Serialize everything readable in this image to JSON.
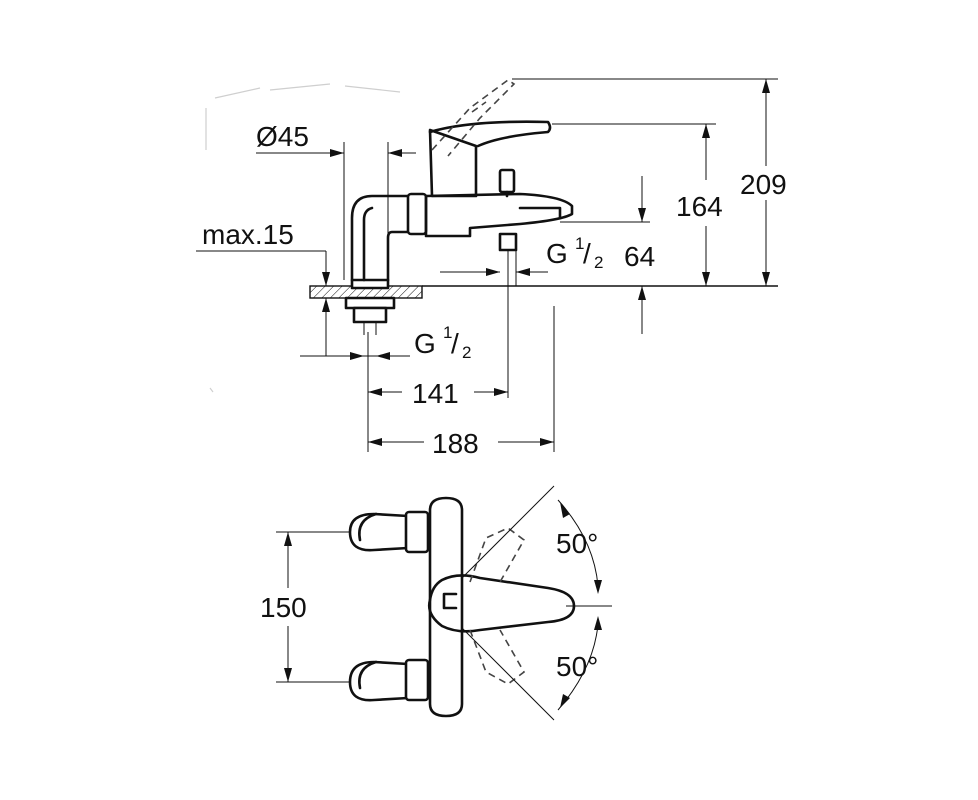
{
  "side_view": {
    "diameter_label": "Ø45",
    "max_label": "max.15",
    "thread_right": {
      "g": "G",
      "num": "1",
      "den": "2"
    },
    "thread_bottom": {
      "g": "G",
      "num": "1",
      "den": "2"
    },
    "dim_64": "64",
    "dim_164": "164",
    "dim_209": "209",
    "dim_141": "141",
    "dim_188": "188"
  },
  "top_view": {
    "dim_150": "150",
    "angle_upper": "50°",
    "angle_lower": "50°"
  }
}
